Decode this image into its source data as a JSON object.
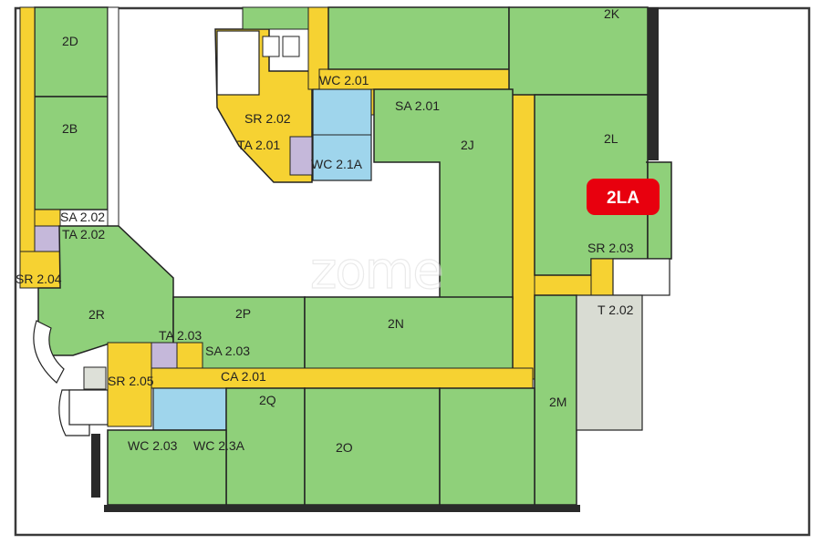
{
  "watermark": "zome",
  "highlight": {
    "label": "2LA",
    "color": "#e8000e"
  },
  "colors": {
    "office_green": "#8fd07a",
    "corridor_yellow": "#f6d232",
    "wet_blue": "#9fd5ec",
    "service_lilac": "#c5b8da",
    "lobby_grey": "#d9dcd3",
    "wall": "#222222"
  },
  "rooms": {
    "r2D": "2D",
    "r2B": "2B",
    "r2K": "2K",
    "r2L": "2L",
    "r2J": "2J",
    "r2R": "2R",
    "r2P": "2P",
    "r2N": "2N",
    "r2Q": "2Q",
    "r2M": "2M",
    "r2O": "2O"
  },
  "services": {
    "wc201": "WC 2.01",
    "sa201": "SA 2.01",
    "sr202": "SR 2.02",
    "ta201": "TA 2.01",
    "wc21a": "WC 2.1A",
    "sa202": "SA 2.02",
    "ta202": "TA 2.02",
    "sr204": "SR 2.04",
    "sr203": "SR 2.03",
    "t202": "T 2.02",
    "ta203": "TA 2.03",
    "sa203": "SA 2.03",
    "sr205": "SR 2.05",
    "ca201": "CA 2.01",
    "wc203": "WC 2.03",
    "wc23a": "WC 2.3A"
  }
}
